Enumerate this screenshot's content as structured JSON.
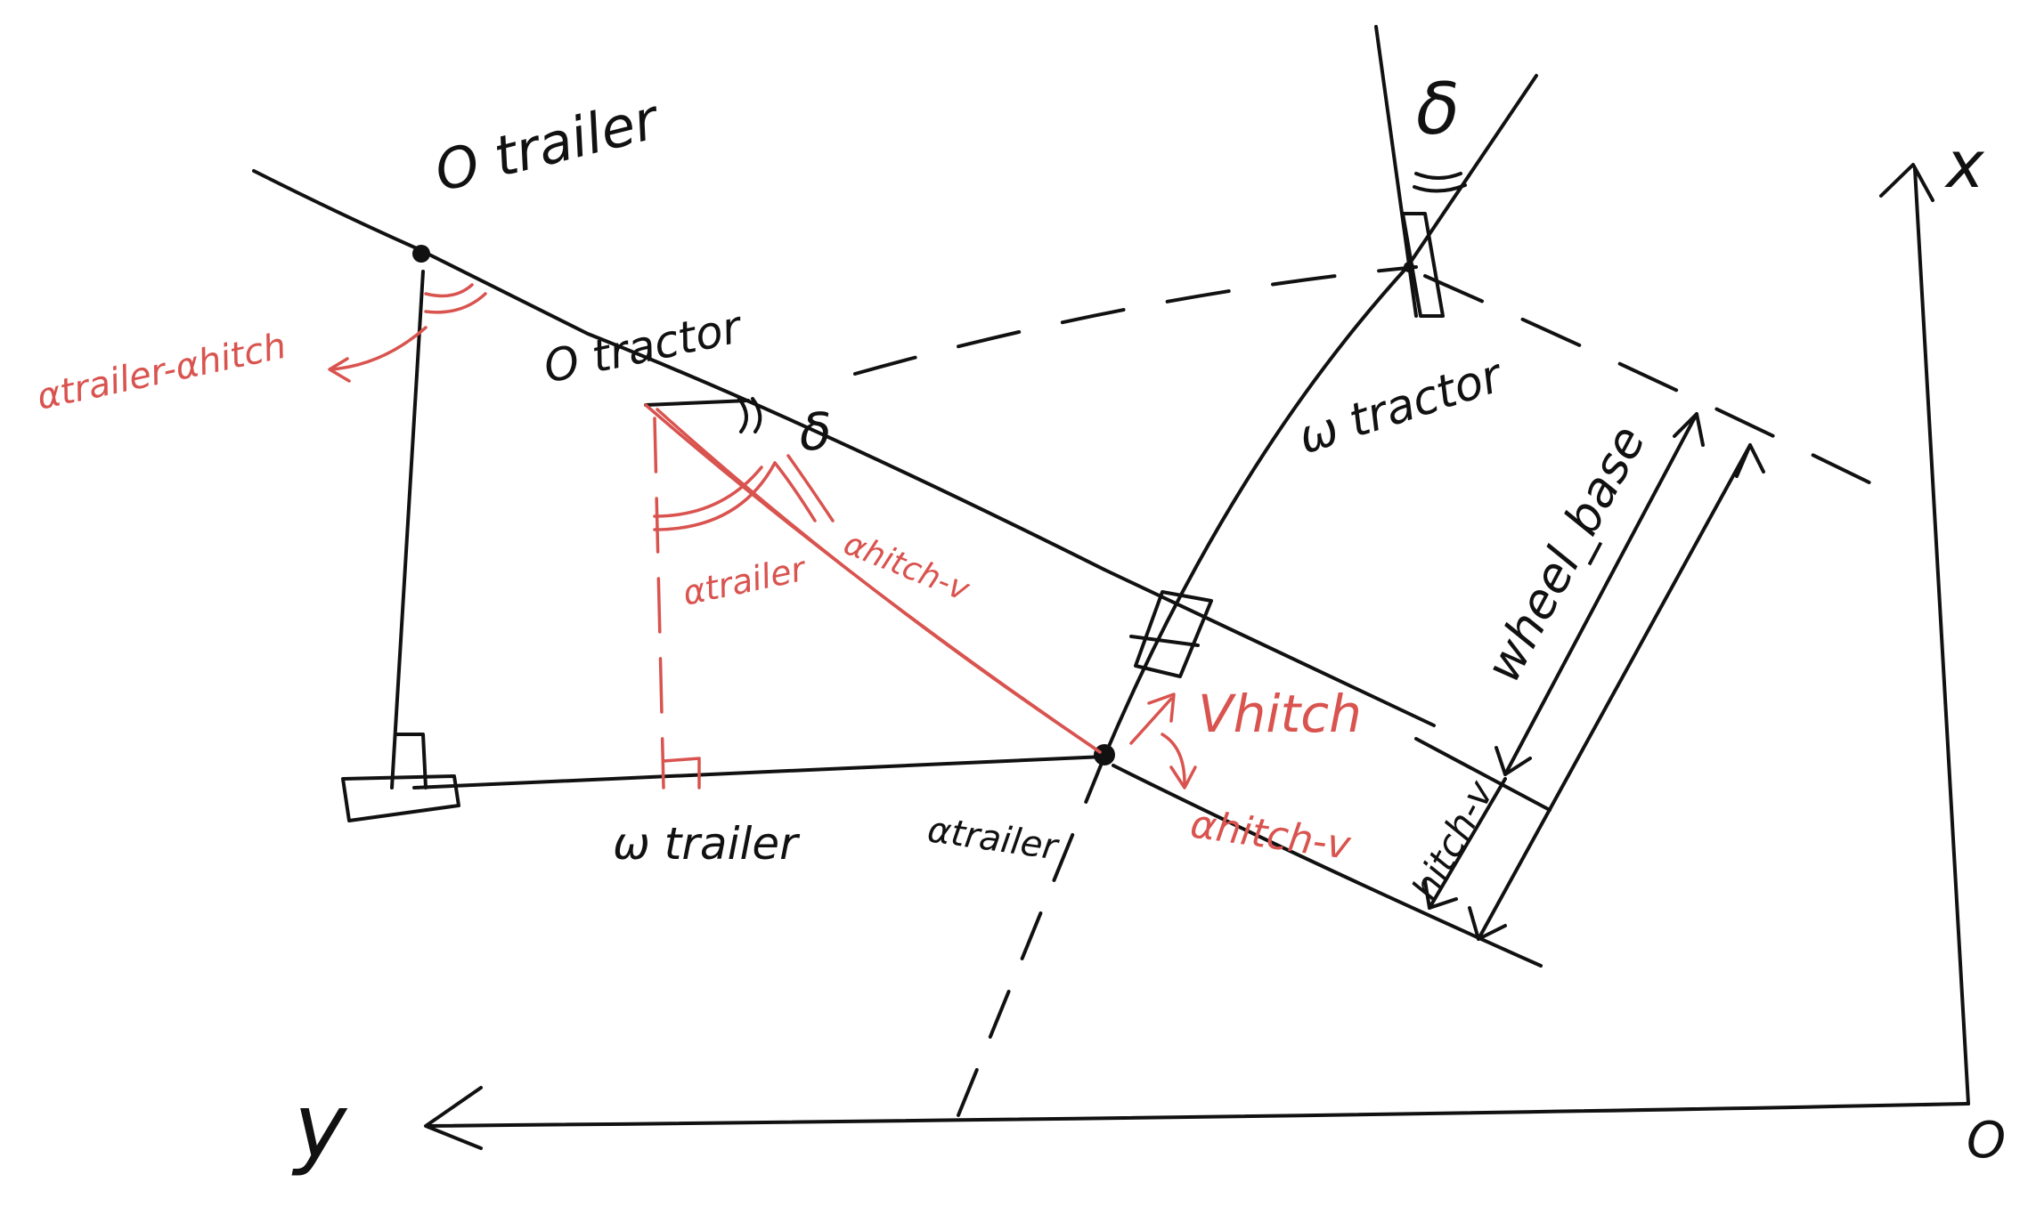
{
  "colors": {
    "ink": "#111111",
    "red": "#d9534f",
    "paper": "#ffffff"
  },
  "labels": {
    "o_trailer": "O trailer",
    "o_tractor": "O tractor",
    "alpha_trailer_minus_hitch": "αtrailer-αhitch",
    "delta_top": "δ",
    "delta_mid": "δ",
    "omega_tractor": "ω tractor",
    "omega_trailer": "ω trailer",
    "alpha_trailer_red": "αtrailer",
    "alpha_hitch_v_mid": "αhitch-v",
    "alpha_trailer_black": "αtrailer",
    "v_hitch": "Vhitch",
    "alpha_hitch_v_low": "αhitch-v",
    "wheel_base": "wheel_base",
    "hitch_v": "hitch-v",
    "axis_x": "x",
    "axis_y": "y",
    "origin": "O"
  }
}
